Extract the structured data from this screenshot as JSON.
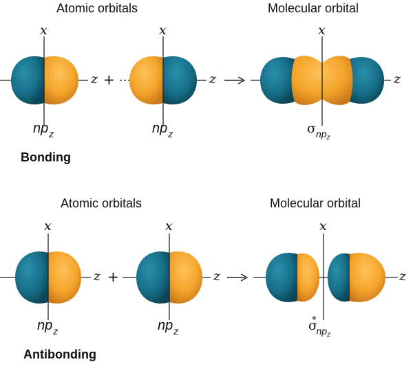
{
  "colors": {
    "teal": "#17708a",
    "orange": "#f4a42a",
    "axis": "#222222"
  },
  "bonding": {
    "atomic_heading": "Atomic orbitals",
    "molecular_heading": "Molecular orbital",
    "section_label": "Bonding",
    "axis_x": "x",
    "axis_z": "z",
    "plus": "+",
    "arrow": "→",
    "orbital_main": "np",
    "orbital_sub": "z",
    "mo_symbol": "σ",
    "mo_sub_main": "np",
    "mo_sub_sub": "z"
  },
  "antibonding": {
    "atomic_heading": "Atomic orbitals",
    "molecular_heading": "Molecular orbital",
    "section_label": "Antibonding",
    "axis_x": "x",
    "axis_z": "z",
    "plus": "+",
    "arrow": "→",
    "orbital_main": "np",
    "orbital_sub": "z",
    "mo_symbol": "σ",
    "mo_star": "*",
    "mo_sub_main": "np",
    "mo_sub_sub": "z"
  }
}
